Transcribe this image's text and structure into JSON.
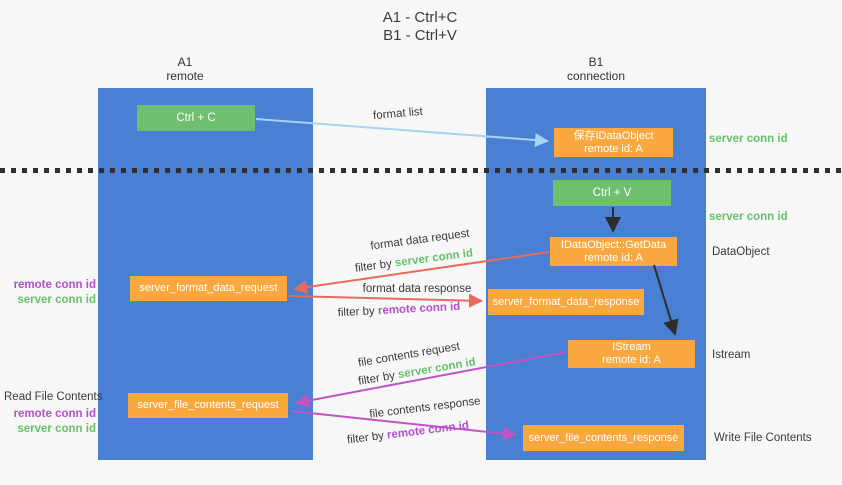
{
  "title": {
    "line1": "A1 - Ctrl+C",
    "line2": "B1 - Ctrl+V"
  },
  "lanes": {
    "left": {
      "name": "A1",
      "role": "remote"
    },
    "right": {
      "name": "B1",
      "role": "connection"
    }
  },
  "nodes": {
    "ctrl_c": {
      "label": "Ctrl + C"
    },
    "save_dataobject": {
      "line1": "保存IDataObject",
      "line2": "remote id: A"
    },
    "ctrl_v": {
      "label": "Ctrl + V"
    },
    "getdata": {
      "line1": "IDataObject::GetData",
      "line2": "remote id: A"
    },
    "format_request": {
      "label": "server_format_data_request"
    },
    "format_response": {
      "label": "server_format_data_response"
    },
    "istream": {
      "line1": "IStream",
      "line2": "remote id: A"
    },
    "file_request": {
      "label": "server_file_contents_request"
    },
    "file_response": {
      "label": "server_file_contents_response"
    }
  },
  "flow_labels": {
    "format_list": "format list",
    "format_data_request": "format data request",
    "format_data_request_filter_prefix": "filter by ",
    "format_data_request_filter_key": "server conn id",
    "format_data_response": "format data response",
    "format_data_response_filter_prefix": "filter by ",
    "format_data_response_filter_key": "remote conn id",
    "file_contents_request": "file contents request",
    "file_contents_request_filter_prefix": "filter by ",
    "file_contents_request_filter_key": "server conn id",
    "file_contents_response": "file contents response",
    "file_contents_response_filter_prefix": "filter by ",
    "file_contents_response_filter_key": "remote conn id"
  },
  "side_labels": {
    "server_conn_id_top": "server conn id",
    "server_conn_id_mid": "server conn id",
    "dataobject": "DataObject",
    "istream": "Istream",
    "write_file_contents": "Write File Contents",
    "read_file_contents": "Read File Contents",
    "left_upper_remote": "remote conn id",
    "left_upper_server": "server conn id",
    "left_lower_remote": "remote conn id",
    "left_lower_server": "server conn id"
  },
  "colors": {
    "background": "#f7f7f7",
    "lane_blue": "#4a80d3",
    "node_green": "#6fbf70",
    "node_orange": "#f8a83f",
    "arrow_lightblue": "#a6d4f0",
    "arrow_red": "#e96a5e",
    "arrow_magenta": "#c153c5",
    "arrow_black": "#2d2d2d",
    "label_green": "#67bf6b",
    "label_purple": "#b44fc9"
  }
}
